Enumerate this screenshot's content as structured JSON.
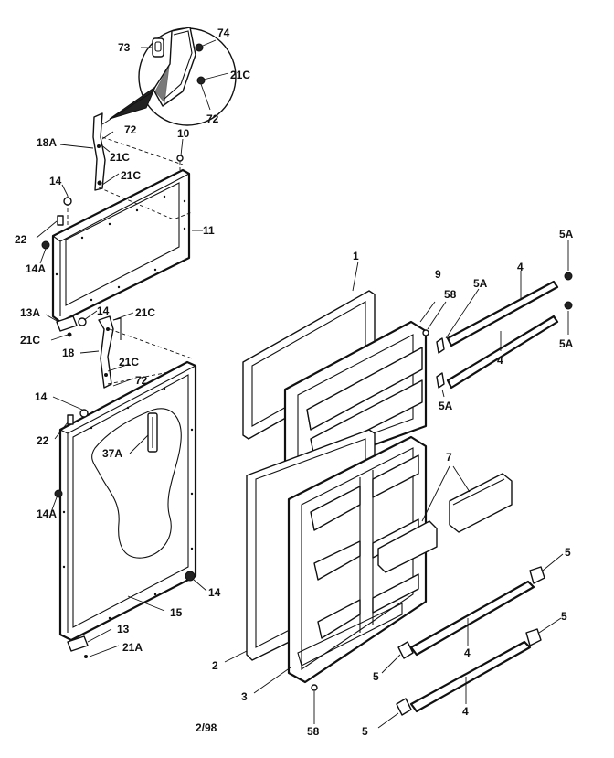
{
  "callouts": {
    "c73": "73",
    "c74": "74",
    "c21C_inset": "21C",
    "c72_inset": "72",
    "c18A": "18A",
    "c72_top": "72",
    "c21C_top1": "21C",
    "c21C_top2": "21C",
    "c10": "10",
    "c14_top": "14",
    "c11": "11",
    "c22_top": "22",
    "c14A_top": "14A",
    "c13A": "13A",
    "c14_mid": "14",
    "c21C_mid": "21C",
    "c21C_left": "21C",
    "c18": "18",
    "c21C_lower": "21C",
    "c72_lower": "72",
    "c14_left": "14",
    "c22_lower": "22",
    "c37A": "37A",
    "c14A_lower": "14A",
    "c14_right": "14",
    "c15": "15",
    "c13": "13",
    "c21A": "21A",
    "c1": "1",
    "c9": "9",
    "c58_top": "58",
    "c5A_mid": "5A",
    "c4_top": "4",
    "c5A_r1": "5A",
    "c5A_r2": "5A",
    "c5A_low": "5A",
    "c4_mid": "4",
    "c7": "7",
    "c5_r1": "5",
    "c5_r2": "5",
    "c4_low1": "4",
    "c5_left1": "5",
    "c4_low2": "4",
    "c5_left2": "5",
    "c2": "2",
    "c3": "3",
    "c58_bottom": "58"
  },
  "footer": {
    "date_code": "2/98"
  }
}
